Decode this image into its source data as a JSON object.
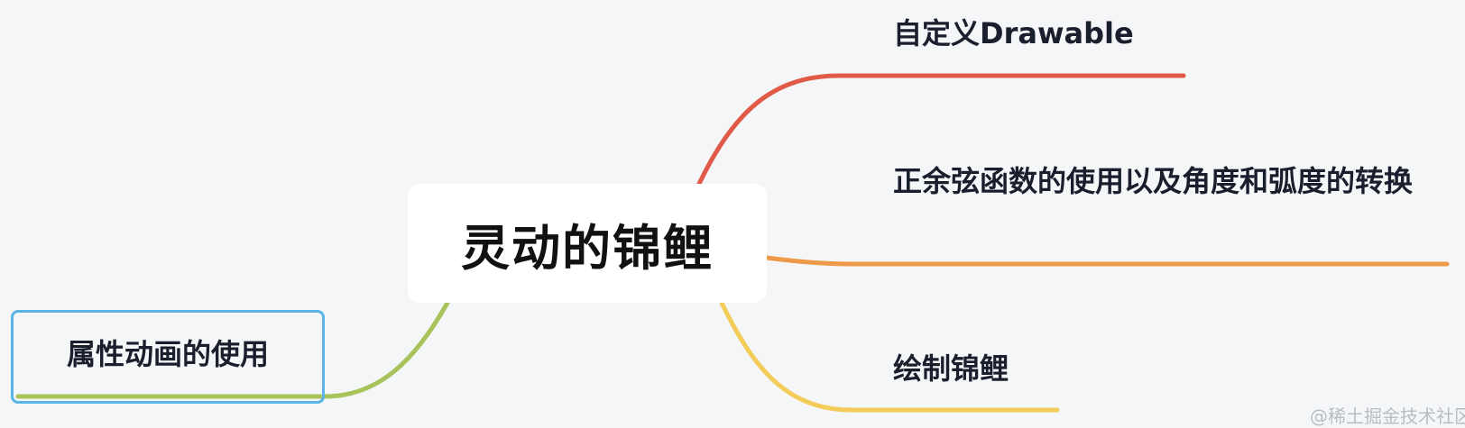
{
  "center": {
    "label": "灵动的锦鲤"
  },
  "branches": [
    {
      "label": "自定义Drawable",
      "color": "#e05a47"
    },
    {
      "label": "正余弦函数的使用以及角度和弧度的转换",
      "color": "#ef9a4a"
    },
    {
      "label": "绘制锦鲤",
      "color": "#f3cc5a"
    },
    {
      "label": "属性动画的使用",
      "color": "#a8c35a",
      "border_color": "#5ab4e6"
    }
  ],
  "watermark": "@稀土掘金技术社区"
}
